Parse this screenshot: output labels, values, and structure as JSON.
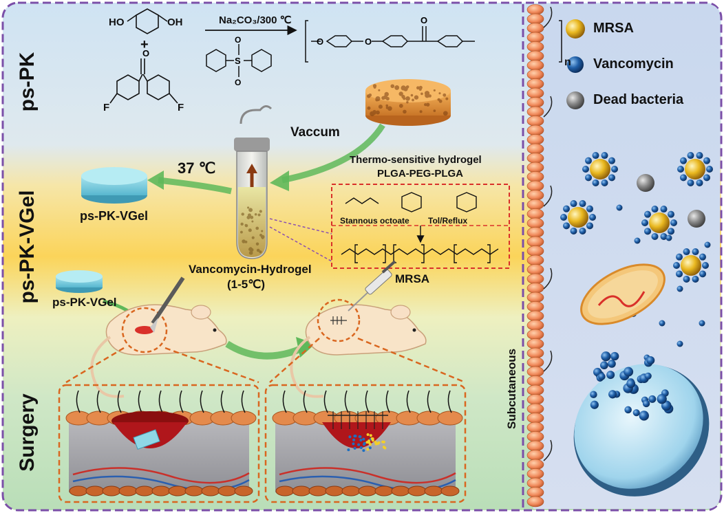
{
  "sections": {
    "ps_pk": "ps-PK",
    "ps_pk_vgel": "ps-PK-VGel",
    "surgery": "Surgery"
  },
  "reaction": {
    "condition_top": "Na₂CO₃/300 ℃",
    "ho_left": "HO",
    "oh_right": "OH",
    "plus": "+",
    "f_left": "F",
    "f_right": "F",
    "n_sub": "n"
  },
  "process": {
    "vaccum": "Vaccum",
    "temp": "37 ℃",
    "hydrogel_title_1": "Thermo-sensitive hydrogel",
    "hydrogel_title_2": "PLGA-PEG-PLGA",
    "catalyst": "Stannous octoate",
    "solvent": "Tol/Reflux",
    "tube_label_1": "Vancomycin-Hydrogel",
    "tube_label_2": "(1-5℃)",
    "product_top": "ps-PK-VGel",
    "product_small": "ps-PK-VGel",
    "mrsa_inject": "MRSA"
  },
  "legend": {
    "items": [
      {
        "label": "MRSA",
        "color": "#e8b828"
      },
      {
        "label": "Vancomycin",
        "color": "#1f5fa8"
      },
      {
        "label": "Dead bacteria",
        "color": "#7a7a7a"
      }
    ]
  },
  "subcutaneous": "Subcutaneous",
  "colors": {
    "border": "#7b4fa8",
    "accent_red": "#d9302a",
    "arrow_green": "#5fb85a",
    "skin_orange": "#e07a3a",
    "right_panel": "#cdd8ea"
  }
}
